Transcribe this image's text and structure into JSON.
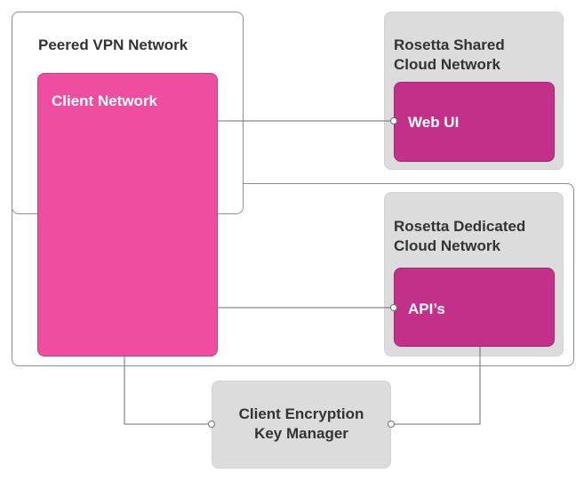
{
  "diagram": {
    "peered_vpn_network": {
      "label": "Peered VPN Network"
    },
    "client_network": {
      "label": "Client Network"
    },
    "rosetta_shared_cloud_network": {
      "label_line1": "Rosetta Shared",
      "label_line2": "Cloud Network"
    },
    "web_ui": {
      "label": "Web UI"
    },
    "rosetta_dedicated_cloud_network": {
      "label_line1": "Rosetta Dedicated",
      "label_line2": "Cloud Network"
    },
    "apis": {
      "label": "API’s"
    },
    "key_manager": {
      "label_line1": "Client Encryption",
      "label_line2": "Key Manager"
    }
  },
  "colors": {
    "client_network_fill": "#ef4da0",
    "service_fill": "#c2308a",
    "cloud_network_fill": "#dcdcdc",
    "outline": "#8f8f8f",
    "connector": "#6e6e6e"
  }
}
